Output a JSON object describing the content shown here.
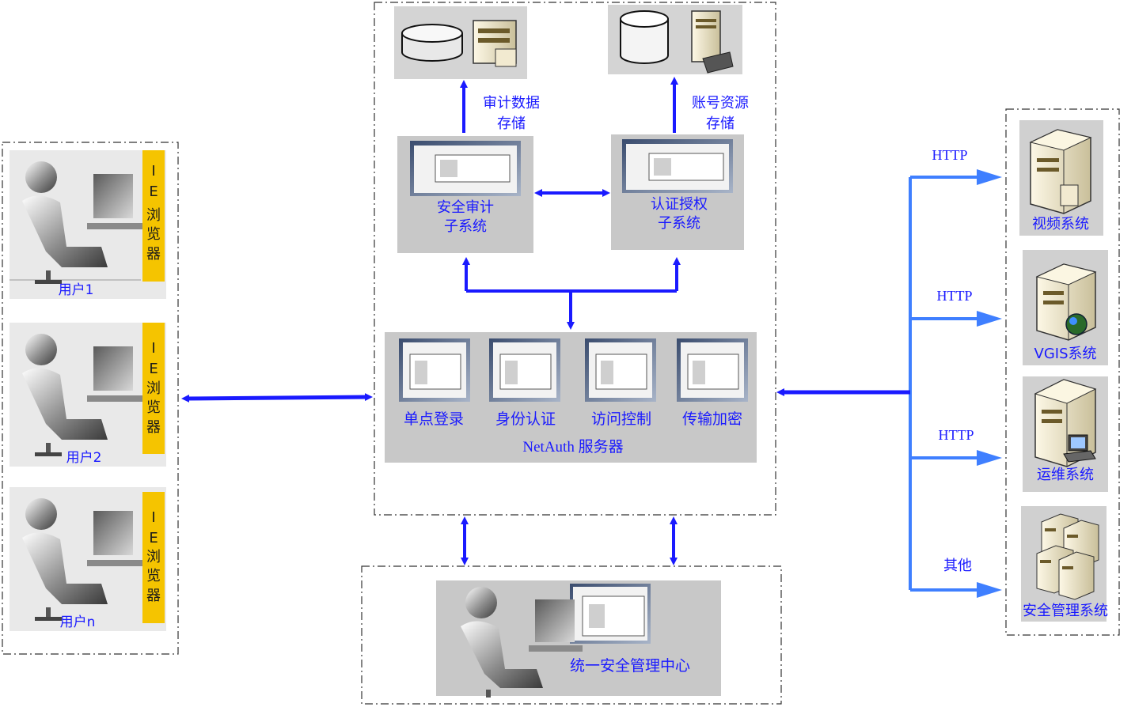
{
  "users": [
    {
      "label": "用户1",
      "browser": [
        "I",
        "E",
        "浏",
        "览",
        "器"
      ]
    },
    {
      "label": "用户2",
      "browser": [
        "I",
        "E",
        "浏",
        "览",
        "器"
      ]
    },
    {
      "label": "用户n",
      "browser": [
        "I",
        "E",
        "浏",
        "览",
        "器"
      ]
    }
  ],
  "storage": {
    "audit_label": [
      "审计数据",
      "存储"
    ],
    "account_label": [
      "账号资源",
      "存储"
    ]
  },
  "subsystems": {
    "audit": [
      "安全审计",
      "子系统"
    ],
    "auth": [
      "认证授权",
      "子系统"
    ]
  },
  "server": {
    "modules": [
      "单点登录",
      "身份认证",
      "访问控制",
      "传输加密"
    ],
    "name": "NetAuth 服务器"
  },
  "management_center": "统一安全管理中心",
  "protocols": [
    "HTTP",
    "HTTP",
    "HTTP",
    "其他"
  ],
  "systems": [
    "视频系统",
    "VGIS系统",
    "运维系统",
    "安全管理系统"
  ],
  "colors": {
    "arrow": "#1a1aff",
    "panel": "#c8c8c8",
    "browser_bar": "#f5c400",
    "http_arrow": "#3f7fff"
  }
}
